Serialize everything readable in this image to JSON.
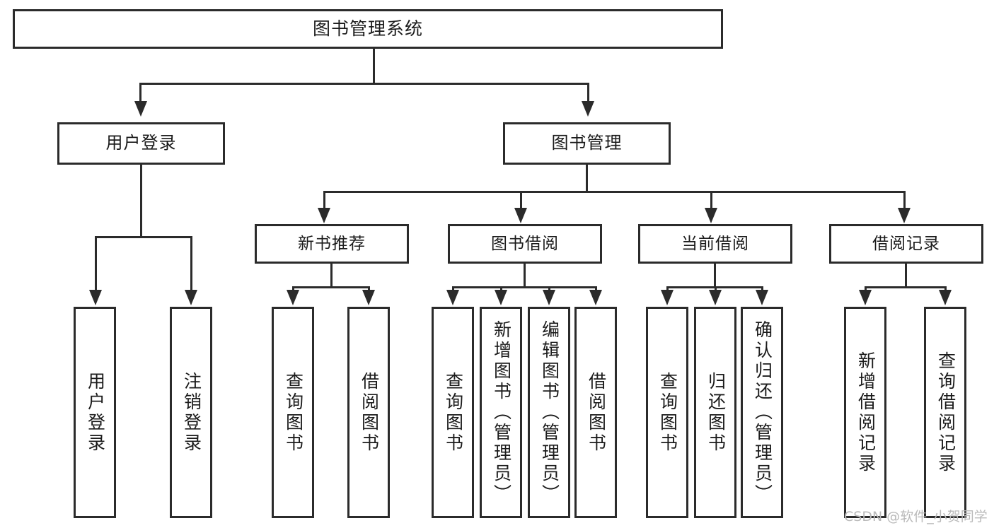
{
  "diagram": {
    "title": "图书管理系统",
    "type": "functional-structure-tree",
    "background_color": "#ffffff",
    "line_color": "#2b2b2b",
    "text_color": "#1b1b1b"
  },
  "root": {
    "label": "图书管理系统"
  },
  "level2": [
    {
      "label": "用户登录"
    },
    {
      "label": "图书管理"
    }
  ],
  "level3": [
    {
      "label": "新书推荐"
    },
    {
      "label": "图书借阅"
    },
    {
      "label": "当前借阅"
    },
    {
      "label": "借阅记录"
    }
  ],
  "leaves": {
    "user_login": [
      {
        "label": "用户登录"
      },
      {
        "label": "注销登录"
      }
    ],
    "new_book_recommend": [
      {
        "label": "查询图书"
      },
      {
        "label": "借阅图书"
      }
    ],
    "book_borrow": [
      {
        "label": "查询图书"
      },
      {
        "label": "新增图书（管理员）"
      },
      {
        "label": "编辑图书（管理员）"
      },
      {
        "label": "借阅图书"
      }
    ],
    "current_borrow": [
      {
        "label": "查询图书"
      },
      {
        "label": "归还图书"
      },
      {
        "label": "确认归还（管理员）"
      }
    ],
    "borrow_record": [
      {
        "label": "新增借阅记录"
      },
      {
        "label": "查询借阅记录"
      }
    ]
  },
  "watermark": {
    "text": "CSDN @软件_小贺同学"
  }
}
